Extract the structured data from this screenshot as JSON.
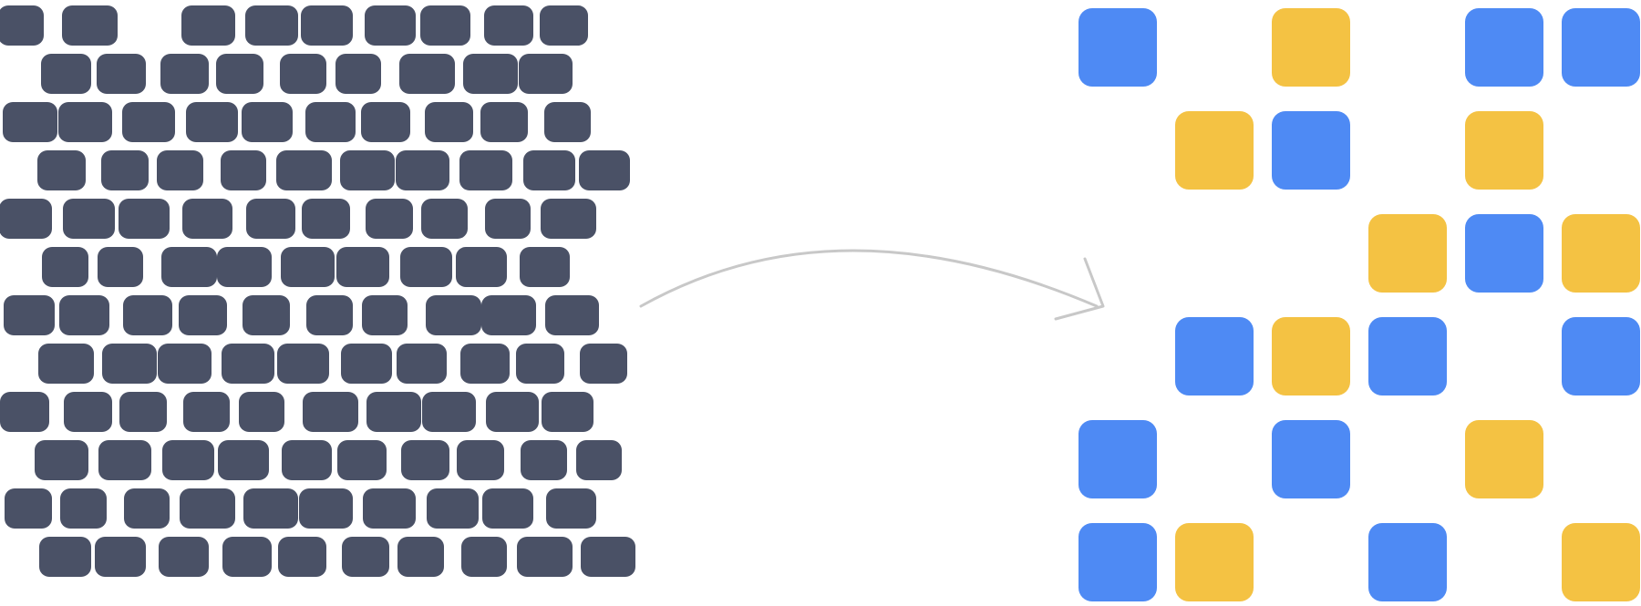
{
  "colors": {
    "background": "#ffffff",
    "source_tile": "#4a5166",
    "blue_tile": "#4e8af4",
    "yellow_tile": "#f4c243",
    "arrow": "#c8c8c8"
  },
  "source_grid": {
    "rows": [
      [
        1,
        1,
        0,
        1,
        1,
        1,
        1,
        1,
        1,
        1
      ],
      [
        1,
        1,
        1,
        1,
        1,
        1,
        1,
        1,
        1,
        0
      ],
      [
        1,
        1,
        1,
        1,
        1,
        1,
        1,
        1,
        1,
        1
      ],
      [
        1,
        1,
        1,
        1,
        1,
        1,
        1,
        1,
        1,
        1
      ],
      [
        1,
        1,
        1,
        1,
        1,
        1,
        1,
        1,
        1,
        1
      ],
      [
        1,
        1,
        1,
        1,
        1,
        1,
        1,
        1,
        1,
        0
      ],
      [
        1,
        1,
        1,
        1,
        1,
        1,
        1,
        1,
        1,
        1
      ],
      [
        1,
        1,
        1,
        1,
        1,
        1,
        1,
        1,
        1,
        1
      ],
      [
        1,
        1,
        1,
        1,
        1,
        1,
        1,
        1,
        1,
        1
      ],
      [
        1,
        1,
        1,
        1,
        1,
        1,
        1,
        1,
        1,
        1
      ],
      [
        1,
        1,
        1,
        1,
        1,
        1,
        1,
        1,
        1,
        1
      ],
      [
        1,
        1,
        1,
        1,
        1,
        1,
        1,
        1,
        1,
        1
      ]
    ]
  },
  "arrow": {
    "icon": "curved-arrow-icon",
    "direction": "right"
  },
  "target_grid": {
    "rows": [
      [
        "blue",
        "",
        "yellow",
        "",
        "blue",
        "blue"
      ],
      [
        "",
        "yellow",
        "blue",
        "",
        "yellow",
        ""
      ],
      [
        "",
        "",
        "",
        "yellow",
        "blue",
        "yellow"
      ],
      [
        "",
        "blue",
        "yellow",
        "blue",
        "",
        "blue"
      ],
      [
        "blue",
        "",
        "blue",
        "",
        "yellow",
        ""
      ],
      [
        "blue",
        "yellow",
        "",
        "blue",
        "",
        "yellow"
      ]
    ]
  }
}
